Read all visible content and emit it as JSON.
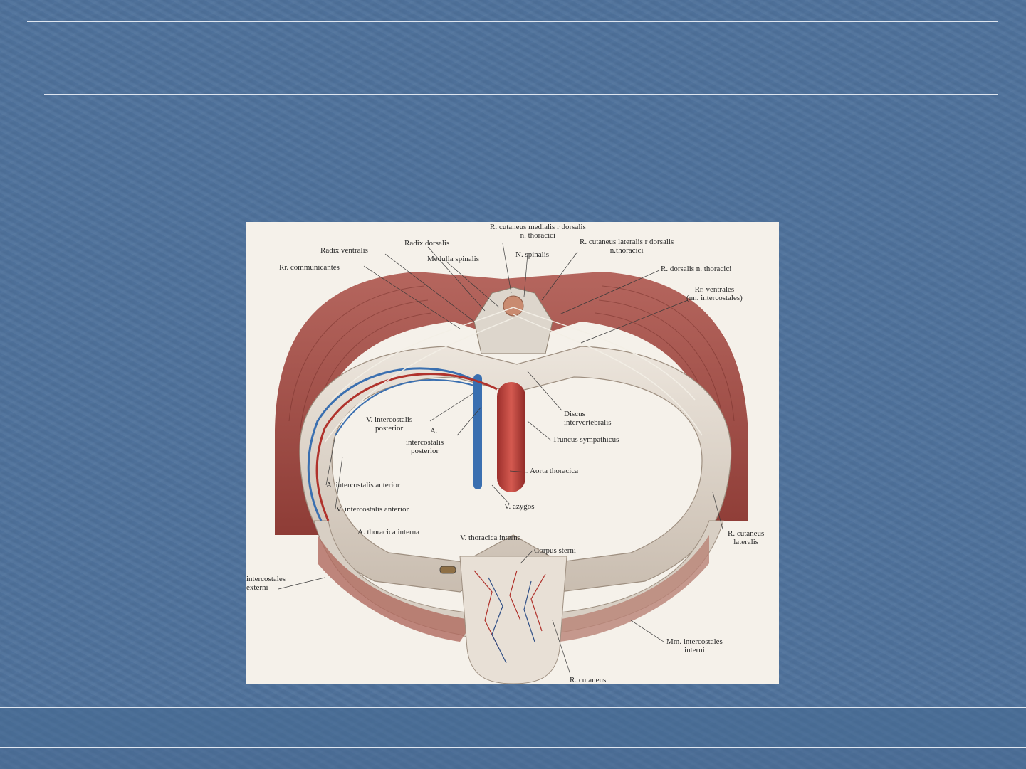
{
  "figure": {
    "labels": {
      "r_cut_med_1": "R. cutaneus medialis r dorsalis",
      "r_cut_med_2": "n. thoracici",
      "radix_dorsalis": "Radix dorsalis",
      "radix_ventralis": "Radix ventralis",
      "medulla_spinalis": "Medulla spinalis",
      "n_spinalis": "N. spinalis",
      "r_cut_lat_1": "R. cutaneus lateralis r dorsalis",
      "r_cut_lat_2": "n.thoracici",
      "rr_communicantes": "Rr. communicantes",
      "r_dorsalis": "R. dorsalis n. thoracici",
      "rr_ventrales_1": "Rr. ventrales",
      "rr_ventrales_2": "(nn. intercostales)",
      "discus_1": "Discus",
      "discus_2": "intervertebralis",
      "v_ic_post_1": "V. intercostalis",
      "v_ic_post_2": "posterior",
      "a_1": "A.",
      "a_ic_post_1": "intercostalis",
      "a_ic_post_2": "posterior",
      "truncus": "Truncus sympathicus",
      "aorta": "Aorta thoracica",
      "a_ic_ant": "A. intercostalis anterior",
      "v_ic_ant": "V. intercostalis anterior",
      "v_azygos": "V. azygos",
      "r_cut_lateralis_1": "R. cutaneus",
      "r_cut_lateralis_2": "lateralis",
      "a_thor_int": "A. thoracica interna",
      "v_thor_int": "V. thoracica interna",
      "corpus_sterni": "Corpus sterni",
      "mm_ext_1": "intercostales",
      "mm_ext_2": "externi",
      "mm_int_1": "Mm. intercostales",
      "mm_int_2": "interni",
      "r_cutaneus_bottom": "R. cutaneus"
    }
  }
}
